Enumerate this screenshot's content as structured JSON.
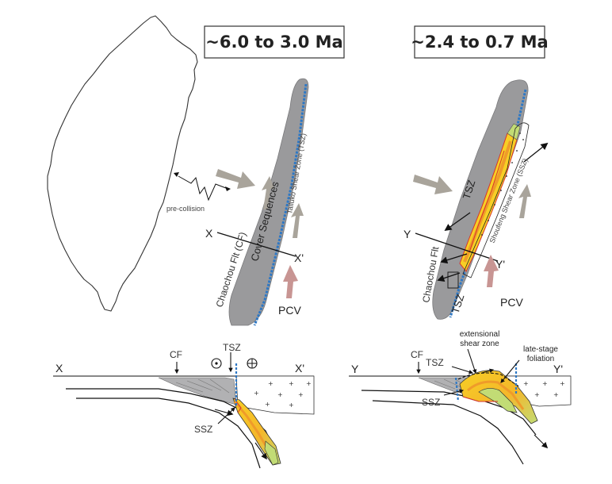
{
  "panels": {
    "left": {
      "time_range": "~6.0 to 3.0 Ma"
    },
    "right": {
      "time_range": "~2.4 to 0.7 Ma"
    }
  },
  "map_labels": {
    "left": {
      "pre_collision": "pre-collision",
      "fault_cf": "Chaochou Flt (CF)",
      "cover": "Cover Sequences",
      "tsz_full": "Tailuko Shear Zone (TSZ)",
      "x": "X",
      "x_prime": "X'",
      "pcv": "PCV"
    },
    "right": {
      "tsz": "TSZ",
      "tsz_lower": "TSZ",
      "ssz_full": "Shoufeng Shear Zone (SSZ)",
      "chaochou": "Chaochou Flt",
      "y": "Y",
      "y_prime": "Y'",
      "pcv": "PCV"
    }
  },
  "section_labels": {
    "left": {
      "x": "X",
      "x_prime": "X'",
      "cf": "CF",
      "tsz": "TSZ",
      "ssz": "SSZ"
    },
    "right": {
      "y": "Y",
      "y_prime": "Y'",
      "cf": "CF",
      "tsz": "TSZ",
      "ssz": "SSZ",
      "extensional": "extensional",
      "shear_zone": "shear zone",
      "late_stage": "late-stage",
      "foliation": "foliation"
    }
  },
  "colors": {
    "belt_gray": "#9a9a9c",
    "shear_blue": "#2f78c4",
    "arrow_gray": "#a9a49b",
    "pcv_pink": "#c89593",
    "core_yellow": "#f7cf25",
    "core_orange": "#ef9b2a",
    "core_green": "#c2dc75",
    "core_red": "#d7332a"
  }
}
